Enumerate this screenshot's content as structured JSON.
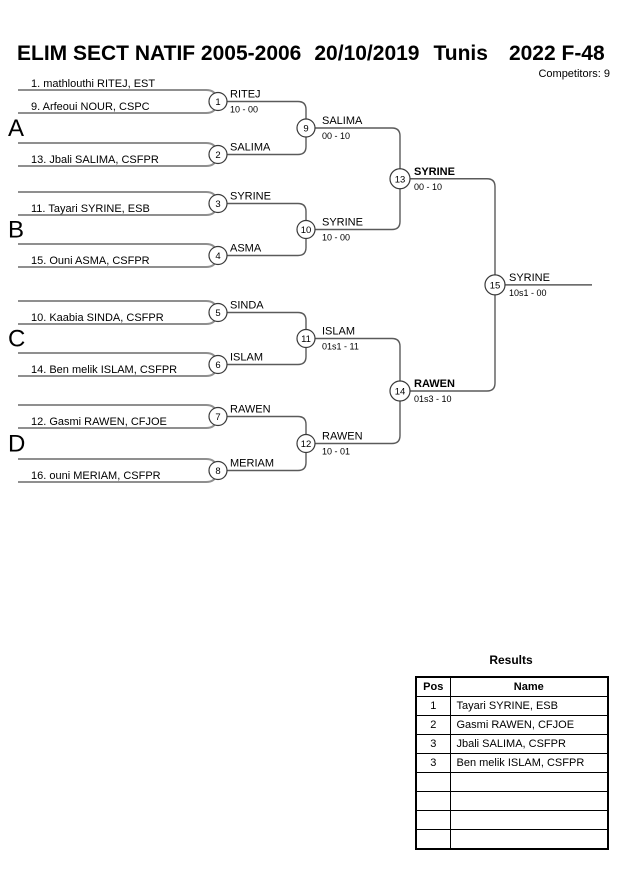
{
  "header": {
    "title_parts": [
      "ELIM SECT NATIF 2005-2006",
      "20/10/2019",
      "Tunis",
      "2022 F-48"
    ],
    "competitors_label": "Competitors: 9"
  },
  "bracket": {
    "group_labels": [
      "A",
      "B",
      "C",
      "D"
    ],
    "rounds": {
      "r1": [
        {
          "no": "1",
          "top_player": "1. mathlouthi RITEJ, EST",
          "bottom_player": "9. Arfeoui NOUR, CSPC",
          "winner": "RITEJ",
          "score": "10 - 00"
        },
        {
          "no": "2",
          "top_player": "",
          "bottom_player": "13. Jbali SALIMA, CSFPR",
          "winner": "SALIMA",
          "score": ""
        },
        {
          "no": "3",
          "top_player": "",
          "bottom_player": "11. Tayari SYRINE, ESB",
          "winner": "SYRINE",
          "score": ""
        },
        {
          "no": "4",
          "top_player": "",
          "bottom_player": "15. Ouni ASMA, CSFPR",
          "winner": "ASMA",
          "score": ""
        },
        {
          "no": "5",
          "top_player": "",
          "bottom_player": "10. Kaabia SINDA, CSFPR",
          "winner": "SINDA",
          "score": ""
        },
        {
          "no": "6",
          "top_player": "",
          "bottom_player": "14. Ben melik ISLAM, CSFPR",
          "winner": "ISLAM",
          "score": ""
        },
        {
          "no": "7",
          "top_player": "",
          "bottom_player": "12. Gasmi RAWEN, CFJOE",
          "winner": "RAWEN",
          "score": ""
        },
        {
          "no": "8",
          "top_player": "",
          "bottom_player": "16. ouni MERIAM, CSFPR",
          "winner": "MERIAM",
          "score": ""
        }
      ],
      "r2": [
        {
          "no": "9",
          "winner": "SALIMA",
          "score": "00 - 10"
        },
        {
          "no": "10",
          "winner": "SYRINE",
          "score": "10 - 00"
        },
        {
          "no": "11",
          "winner": "ISLAM",
          "score": "01s1 - 11"
        },
        {
          "no": "12",
          "winner": "RAWEN",
          "score": "10 - 01"
        }
      ],
      "sf": [
        {
          "no": "13",
          "winner": "SYRINE",
          "score": "00 - 10",
          "emphasis": true
        },
        {
          "no": "14",
          "winner": "RAWEN",
          "score": "01s3 - 10",
          "emphasis": true
        }
      ],
      "final": [
        {
          "no": "15",
          "winner": "SYRINE",
          "score": "10s1 - 00"
        }
      ]
    }
  },
  "results": {
    "title": "Results",
    "columns": [
      "Pos",
      "Name"
    ],
    "rows": [
      [
        "1",
        "Tayari SYRINE, ESB"
      ],
      [
        "2",
        "Gasmi RAWEN, CFJOE"
      ],
      [
        "3",
        "Jbali SALIMA, CSFPR"
      ],
      [
        "3",
        "Ben melik ISLAM, CSFPR"
      ],
      [
        "",
        ""
      ],
      [
        "",
        ""
      ],
      [
        "",
        ""
      ],
      [
        "",
        ""
      ]
    ]
  }
}
